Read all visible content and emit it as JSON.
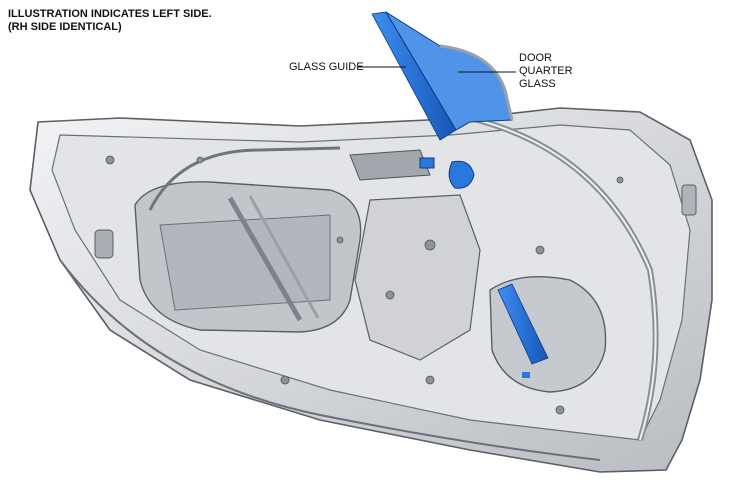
{
  "caption": {
    "line1": "ILLUSTRATION INDICATES LEFT SIDE.",
    "line2": "(RH SIDE IDENTICAL)"
  },
  "callouts": {
    "glass_guide": "GLASS GUIDE",
    "door_quarter_glass": [
      "DOOR",
      "QUARTER",
      "GLASS"
    ]
  },
  "colors": {
    "highlight_blue": "#1f6fd6",
    "door_panel": "#dcdde0",
    "outline": "#555a60"
  }
}
